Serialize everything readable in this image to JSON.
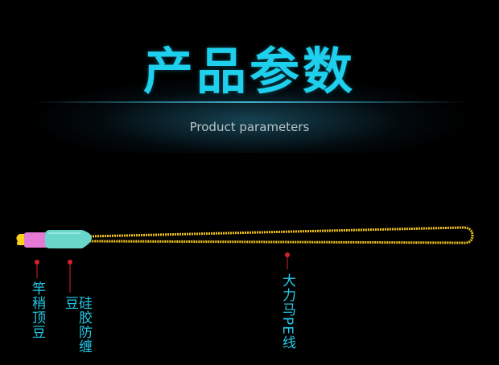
{
  "title": "产品参数",
  "subtitle": "Product parameters",
  "parts": [
    {
      "label": "竿稍顶豆"
    },
    {
      "label": "硅胶防缠豆"
    },
    {
      "label": "大力马PE线"
    }
  ],
  "colors": {
    "accent": "#1fd0ee",
    "line": "#f2c21e",
    "bead_tip": "#ffd21a",
    "bead_pink": "#e47ad6",
    "bead_cyan": "#6ad6c9",
    "marker": "#d4242b"
  }
}
